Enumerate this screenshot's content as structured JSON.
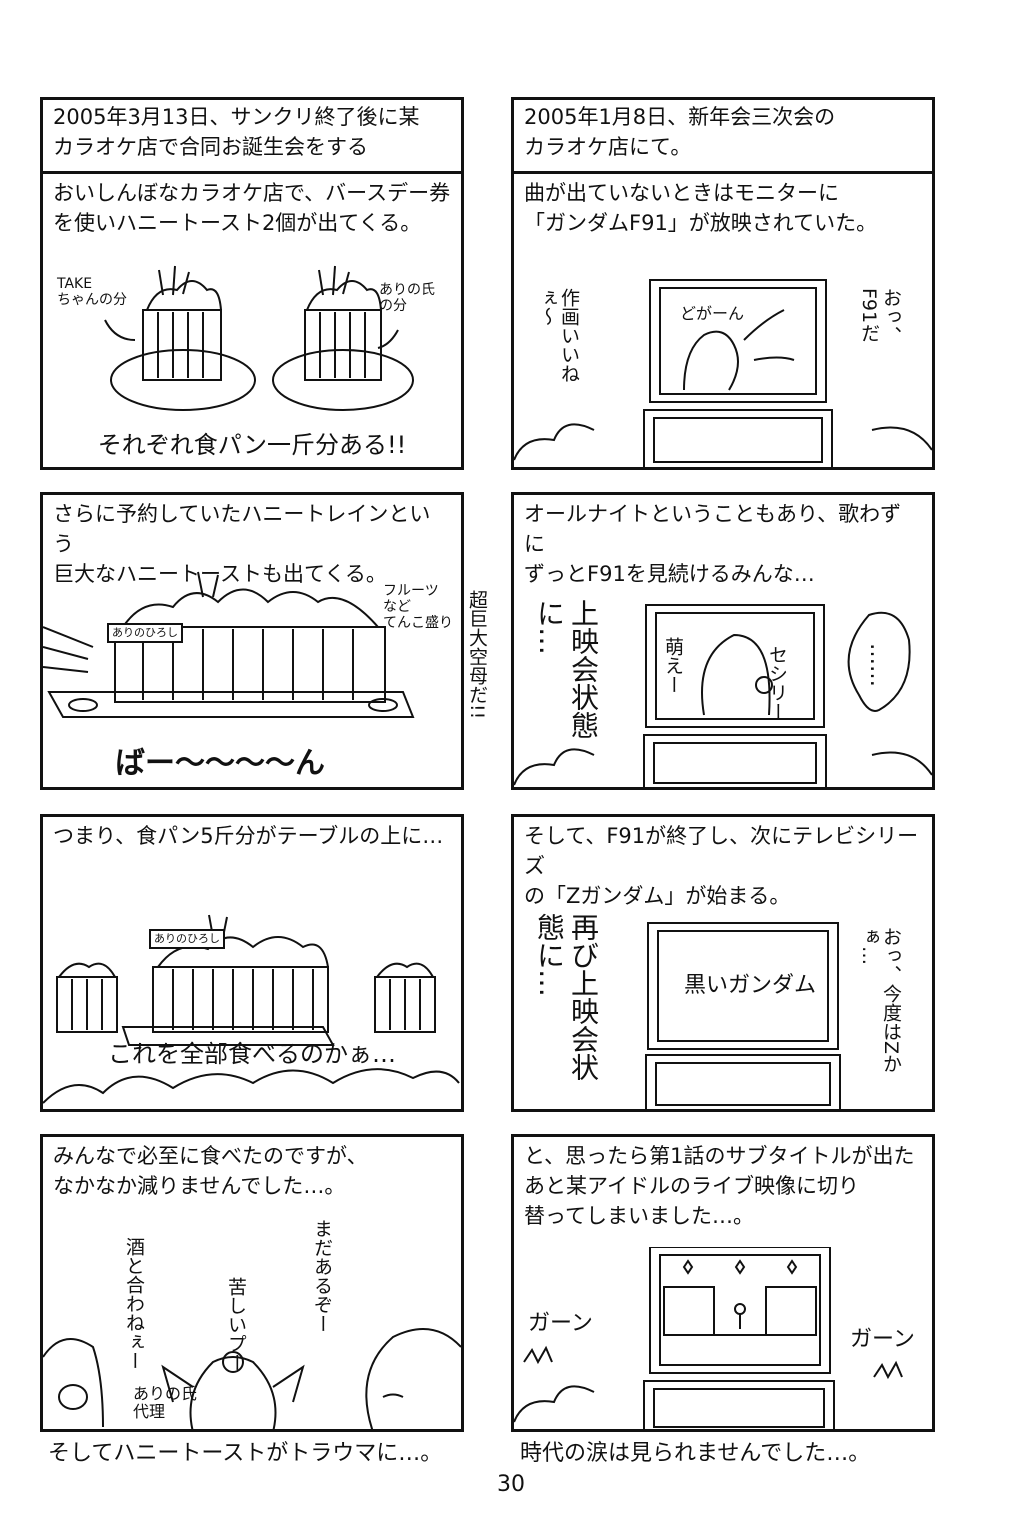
{
  "page_number": "30",
  "left": {
    "p1": {
      "header": "2005年3月13日、サンクリ終了後に某\nカラオケ店で合同お誕生会をする",
      "text": "おいしんぼなカラオケ店で、バースデー券\nを使いハニートースト2個が出てくる。",
      "label_take": "TAKE\nちゃんの分",
      "label_arino": "ありの氏\nの分",
      "caption": "それぞれ食パン一斤分ある!!"
    },
    "p2": {
      "text": "さらに予約していたハニートレインという\n巨大なハニートーストも出てくる。",
      "label_fruits": "フルーツ\nなど\nてんこ盛り",
      "sign": "ありのひろし",
      "side": "超巨大空母だ!!",
      "sound": "ばー〜〜〜〜ん"
    },
    "p3": {
      "text": "つまり、食パン5斤分がテーブルの上に…",
      "sign": "ありのひろし",
      "caption": "これを全部食べるのかぁ…"
    },
    "p4": {
      "text": "みんなで必至に食べたのですが、\nなかなか減りませんでした…。",
      "v1": "まだあるぞー",
      "v2": "酒と合わねぇー",
      "v3": "苦しいプー",
      "label_proxy": "ありの氏\n代理",
      "under": "そしてハニートーストがトラウマに…。"
    }
  },
  "right": {
    "p1": {
      "header": "2005年1月8日、新年会三次会の\nカラオケ店にて。",
      "text": "曲が出ていないときはモニターに\n「ガンダムF91」が放映されていた。",
      "v1": "作画いいねぇ〜",
      "v2": "おっ、F91だ",
      "tv_sfx": "どがーん"
    },
    "p2": {
      "text": "オールナイトということもあり、歌わずに\nずっとF91を見続けるみんな…",
      "v1": "上映会状態に…",
      "tv_left": "萌えー",
      "tv_right": "セシリー",
      "bubble": "……"
    },
    "p3": {
      "text": "そして、F91が終了し、次にテレビシリーズ\nの「Zガンダム」が始まる。",
      "v1": "再び上映会状態に…",
      "tv_text": "黒いガンダム",
      "v2": "おっ、今度はZかぁ…"
    },
    "p4": {
      "text": "と、思ったら第1話のサブタイトルが出た\nあと某アイドルのライブ映像に切り\n替ってしまいました…。",
      "sfx_left": "ガーン",
      "sfx_right": "ガーン",
      "under": "時代の涙は見られませんでした…。"
    }
  }
}
